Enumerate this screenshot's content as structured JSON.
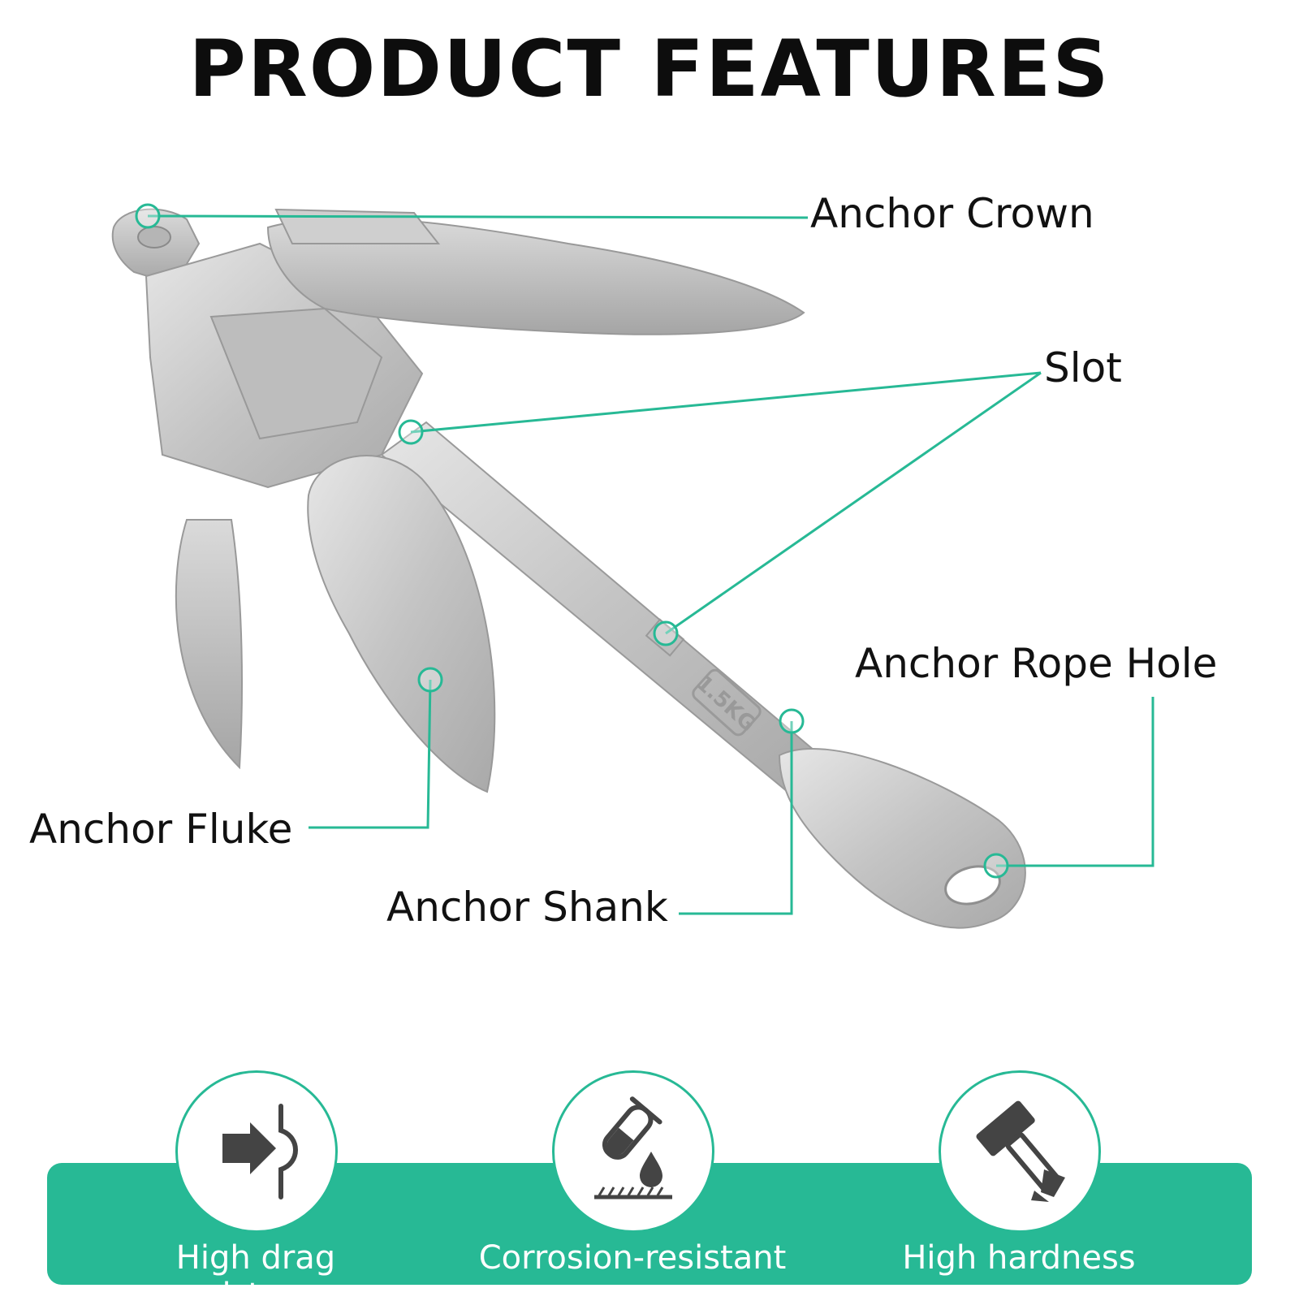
{
  "title": "PRODUCT FEATURES",
  "callouts": {
    "crown": "Anchor Crown",
    "slot": "Slot",
    "rope_hole": "Anchor Rope Hole",
    "fluke": "Anchor Fluke",
    "shank": "Anchor Shank"
  },
  "product_marking": "1.5KG",
  "features": [
    {
      "label": "High drag resistance",
      "icon": "drag-resistance-icon"
    },
    {
      "label": "Corrosion-resistant",
      "icon": "test-tube-drop-icon"
    },
    {
      "label": "High hardness",
      "icon": "hammer-icon"
    }
  ],
  "colors": {
    "accent": "#27b995",
    "metal": "#c9c9c9",
    "text": "#111111",
    "icon": "#444444"
  }
}
